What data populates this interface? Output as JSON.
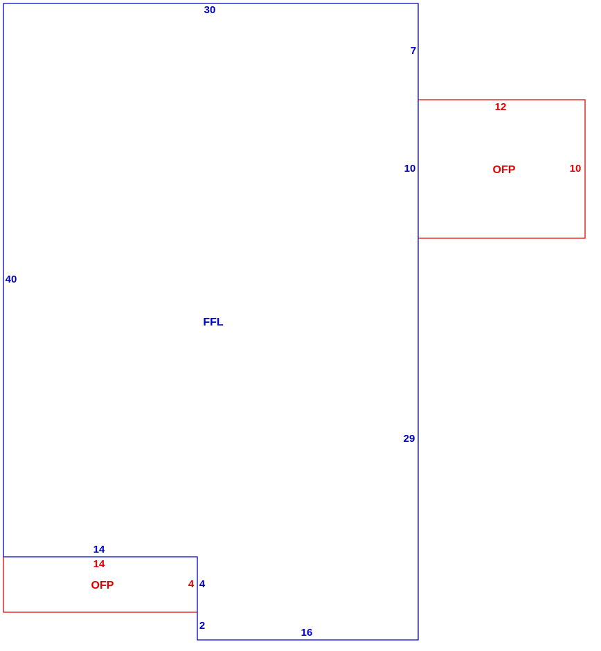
{
  "colors": {
    "main": "#0000cc",
    "porch": "#e00000",
    "background": "#ffffff"
  },
  "sketch": {
    "main_area": {
      "code": "FFL",
      "dims": {
        "top": "30",
        "right_upper": "7",
        "right_mid": "10",
        "right_lower": "29",
        "left": "40",
        "notch_top": "14",
        "notch_right": "4",
        "notch_step": "2",
        "bottom": "16"
      }
    },
    "porch_east": {
      "code": "OFP",
      "dims": {
        "top": "12",
        "right": "10"
      }
    },
    "porch_south": {
      "code": "OFP",
      "dims": {
        "top": "14",
        "right": "4"
      }
    }
  }
}
